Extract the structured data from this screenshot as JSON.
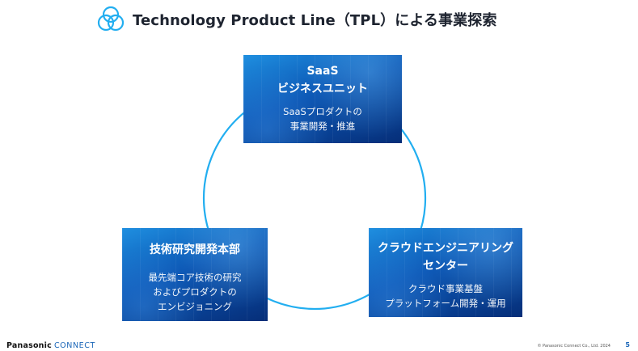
{
  "title": "Technology Product Line（TPL）による事業探索",
  "colors": {
    "accent": "#22aef0",
    "card_dark": "#062e78",
    "card_light": "#1f8fe0"
  },
  "cards": {
    "saas": {
      "title_line1": "SaaS",
      "title_line2": "ビジネスユニット",
      "desc_line1": "SaaSプロダクトの",
      "desc_line2": "事業開発・推進"
    },
    "rnd": {
      "title_line1": "技術研究開発本部",
      "desc_line1": "最先端コア技術の研究",
      "desc_line2": "およびプロダクトの",
      "desc_line3": "エンビジョニング"
    },
    "cloud": {
      "title_line1": "クラウドエンジニアリング",
      "title_line2": "センター",
      "desc_line1": "クラウド事業基盤",
      "desc_line2": "プラットフォーム開発・運用"
    }
  },
  "footer": {
    "brand": "Panasonic",
    "brand_sub": "CONNECT",
    "copyright": "© Panasonic Connect Co., Ltd. 2024",
    "page_number": "5"
  }
}
